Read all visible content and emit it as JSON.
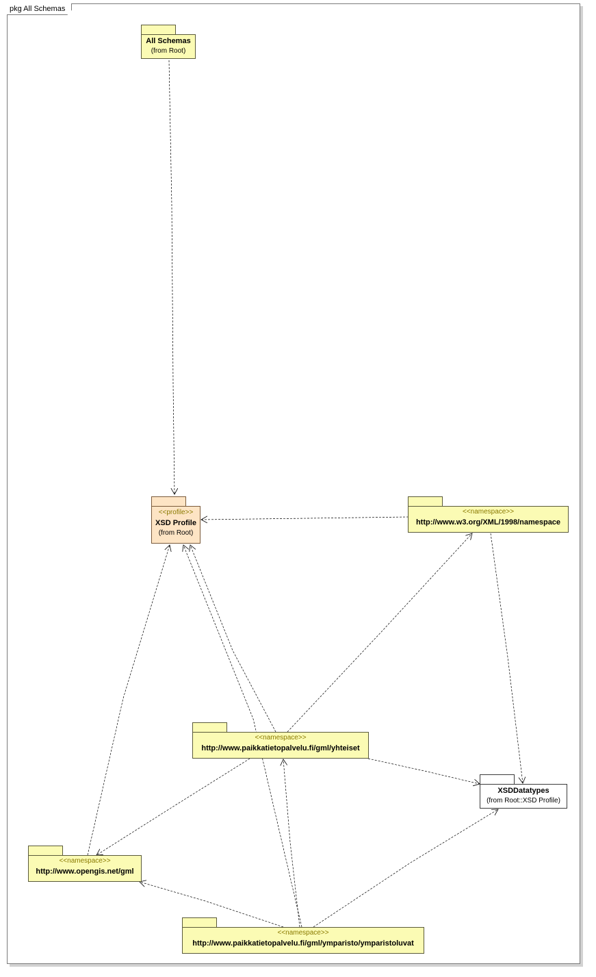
{
  "frame": {
    "label": "pkg All Schemas"
  },
  "packages": {
    "all_schemas": {
      "name": "All Schemas",
      "from": "(from Root)"
    },
    "xsd_profile": {
      "stereotype": "<<profile>>",
      "name": "XSD Profile",
      "from": "(from Root)"
    },
    "w3_namespace": {
      "stereotype": "<<namespace>>",
      "name": "http://www.w3.org/XML/1998/namespace"
    },
    "yhteiset": {
      "stereotype": "<<namespace>>",
      "name": "http://www.paikkatietopalvelu.fi/gml/yhteiset"
    },
    "xsd_datatypes": {
      "name": "XSDDatatypes",
      "from": "(from Root::XSD Profile)"
    },
    "opengis_gml": {
      "stereotype": "<<namespace>>",
      "name": "http://www.opengis.net/gml"
    },
    "ymparistoluvat": {
      "stereotype": "<<namespace>>",
      "name": "http://www.paikkatietopalvelu.fi/gml/ymparisto/ymparistoluvat"
    }
  },
  "dependencies": [
    {
      "from": "All Schemas",
      "to": "XSD Profile"
    },
    {
      "from": "http://www.w3.org/XML/1998/namespace",
      "to": "XSD Profile"
    },
    {
      "from": "http://www.w3.org/XML/1998/namespace",
      "to": "XSDDatatypes"
    },
    {
      "from": "http://www.paikkatietopalvelu.fi/gml/yhteiset",
      "to": "XSD Profile"
    },
    {
      "from": "http://www.paikkatietopalvelu.fi/gml/yhteiset",
      "to": "http://www.w3.org/XML/1998/namespace"
    },
    {
      "from": "http://www.paikkatietopalvelu.fi/gml/yhteiset",
      "to": "XSDDatatypes"
    },
    {
      "from": "http://www.paikkatietopalvelu.fi/gml/yhteiset",
      "to": "http://www.opengis.net/gml"
    },
    {
      "from": "http://www.opengis.net/gml",
      "to": "XSD Profile"
    },
    {
      "from": "http://www.paikkatietopalvelu.fi/gml/ymparisto/ymparistoluvat",
      "to": "XSD Profile"
    },
    {
      "from": "http://www.paikkatietopalvelu.fi/gml/ymparisto/ymparistoluvat",
      "to": "http://www.paikkatietopalvelu.fi/gml/yhteiset"
    },
    {
      "from": "http://www.paikkatietopalvelu.fi/gml/ymparisto/ymparistoluvat",
      "to": "http://www.opengis.net/gml"
    },
    {
      "from": "http://www.paikkatietopalvelu.fi/gml/ymparisto/ymparistoluvat",
      "to": "XSDDatatypes"
    }
  ]
}
